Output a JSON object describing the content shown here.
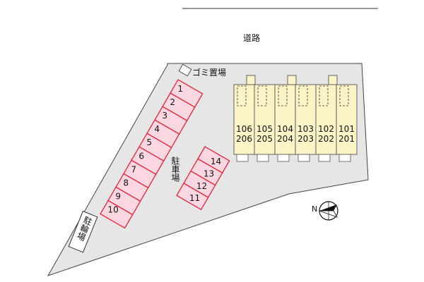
{
  "colors": {
    "lot": "#e6e6e6",
    "lot_outline": "#444444",
    "parking_fill": "#fbd7e1",
    "parking_stroke": "#e3243b",
    "building_fill": "#fbf4c6",
    "building_stroke": "#555555"
  },
  "labels": {
    "road": "道路",
    "garbage": "ゴミ置場",
    "parking": "駐車場",
    "bicycle_parking": "駐輪場",
    "north": "N"
  },
  "icons": {
    "compass": "compass-rose-icon"
  },
  "parking_left": [
    "1",
    "2",
    "3",
    "4",
    "5",
    "6",
    "7",
    "8",
    "9",
    "10"
  ],
  "parking_right": [
    "14",
    "13",
    "12",
    "11"
  ],
  "units": [
    {
      "upper": "106",
      "lower": "206"
    },
    {
      "upper": "105",
      "lower": "205"
    },
    {
      "upper": "104",
      "lower": "204"
    },
    {
      "upper": "103",
      "lower": "203"
    },
    {
      "upper": "102",
      "lower": "202"
    },
    {
      "upper": "101",
      "lower": "201"
    }
  ]
}
